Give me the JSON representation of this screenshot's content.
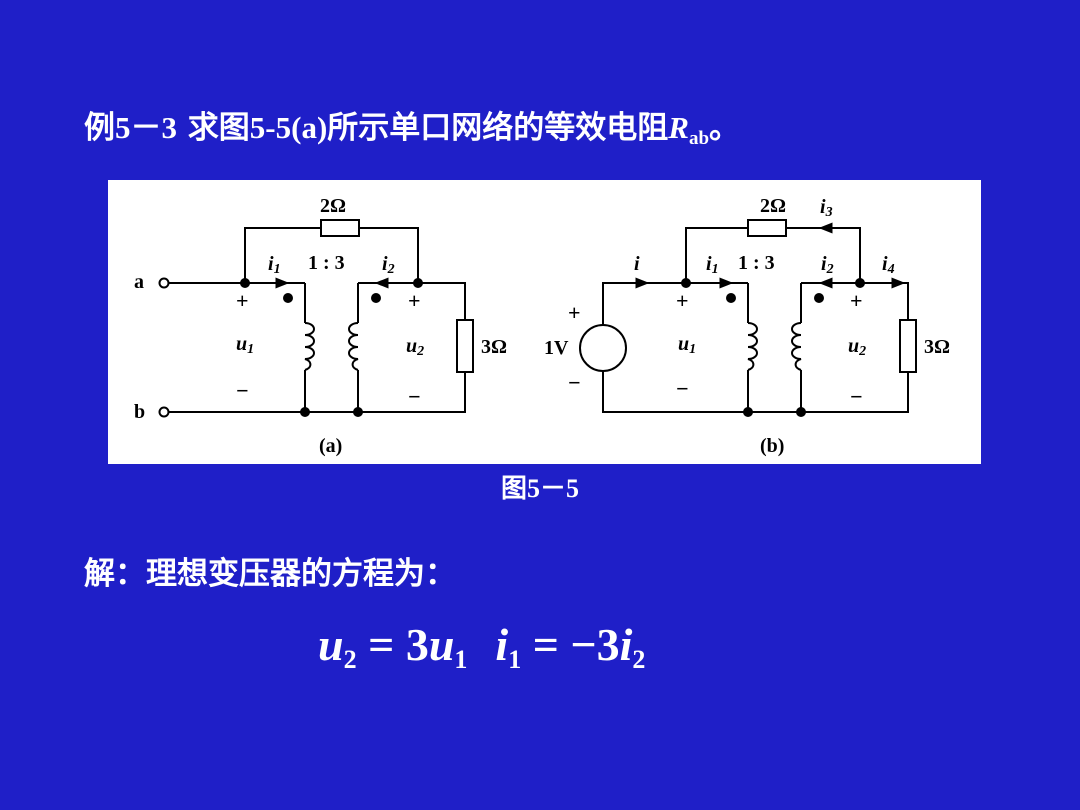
{
  "title": {
    "prefix": "例",
    "number": "5－3",
    "middle": "求图",
    "fig_ref": "5-5(a)",
    "text": "所示单口网络的等效电阻",
    "var": "R",
    "sub": "ab",
    "suffix": "。"
  },
  "figure": {
    "caption": "图5－5",
    "a": {
      "resistor_top": "2Ω",
      "resistor_right": "3Ω",
      "ratio": "1 : 3",
      "terminal_a": "a",
      "terminal_b": "b",
      "current_1": "i",
      "current_1_sub": "1",
      "current_2": "i",
      "current_2_sub": "2",
      "voltage_1": "u",
      "voltage_1_sub": "1",
      "voltage_2": "u",
      "voltage_2_sub": "2",
      "plus": "+",
      "minus": "−",
      "label": "(a)"
    },
    "b": {
      "resistor_top": "2Ω",
      "resistor_right": "3Ω",
      "ratio": "1 : 3",
      "source": "1V",
      "current_main": "i",
      "current_1": "i",
      "current_1_sub": "1",
      "current_2": "i",
      "current_2_sub": "2",
      "current_3": "i",
      "current_3_sub": "3",
      "current_4": "i",
      "current_4_sub": "4",
      "voltage_1": "u",
      "voltage_1_sub": "1",
      "voltage_2": "u",
      "voltage_2_sub": "2",
      "plus": "+",
      "minus": "−",
      "label": "(b)"
    }
  },
  "solution": {
    "text": "解：理想变压器的方程为："
  },
  "equation": {
    "eq1": {
      "lhs_var": "u",
      "lhs_sub": "2",
      "op": " = ",
      "coef": "3",
      "rhs_var": "u",
      "rhs_sub": "1"
    },
    "eq2": {
      "lhs_var": "i",
      "lhs_sub": "1",
      "op": " = ",
      "coef": "−3",
      "rhs_var": "i",
      "rhs_sub": "2"
    }
  }
}
